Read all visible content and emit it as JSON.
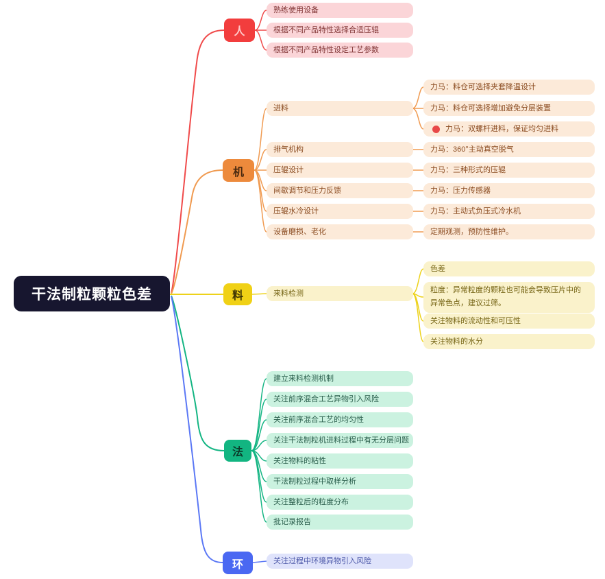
{
  "central": {
    "label": "干法制粒颗粒色差"
  },
  "colors": {
    "central_bg": "#17162f",
    "ren": "#f23d3d",
    "ji": "#ed8a3c",
    "liao": "#f0d116",
    "fa": "#12b581",
    "huan": "#4a68f2",
    "red_dot": "#e84848"
  },
  "branches": [
    {
      "label": "人",
      "children": [
        {
          "label": "熟练使用设备"
        },
        {
          "label": "根据不同产品特性选择合适压辊"
        },
        {
          "label": "根据不同产品特性设定工艺参数"
        }
      ]
    },
    {
      "label": "机",
      "children": [
        {
          "label": "进料",
          "children": [
            {
              "label": "力马：料仓可选择夹套降温设计"
            },
            {
              "label": "力马：料仓可选择增加避免分层装置"
            },
            {
              "label": "力马：双螺杆进料，保证均匀进料",
              "marker": "red-dot"
            }
          ]
        },
        {
          "label": "排气机构",
          "children": [
            {
              "label": "力马：360°主动真空脱气"
            }
          ]
        },
        {
          "label": "压辊设计",
          "children": [
            {
              "label": "力马：三种形式的压辊"
            }
          ]
        },
        {
          "label": "间歇调节和压力反馈",
          "children": [
            {
              "label": "力马：压力传感器"
            }
          ]
        },
        {
          "label": "压辊水冷设计",
          "children": [
            {
              "label": "力马：主动式负压式冷水机"
            }
          ]
        },
        {
          "label": "设备磨损、老化",
          "children": [
            {
              "label": "定期观测，预防性维护。"
            }
          ]
        }
      ]
    },
    {
      "label": "料",
      "children": [
        {
          "label": "来料检测",
          "children": [
            {
              "label": "色差"
            },
            {
              "label": "粒度：异常粒度的颗粒也可能会导致压片中的异常色点，建议过筛。"
            },
            {
              "label": "关注物料的流动性和可压性"
            },
            {
              "label": "关注物料的水分"
            }
          ]
        }
      ]
    },
    {
      "label": "法",
      "children": [
        {
          "label": "建立来料检测机制"
        },
        {
          "label": "关注前序混合工艺异物引入风险"
        },
        {
          "label": "关注前序混合工艺的均匀性"
        },
        {
          "label": "关注干法制粒机进料过程中有无分层问题"
        },
        {
          "label": "关注物料的粘性"
        },
        {
          "label": "干法制粒过程中取样分析"
        },
        {
          "label": "关注整粒后的粒度分布"
        },
        {
          "label": "批记录报告"
        }
      ]
    },
    {
      "label": "环",
      "children": [
        {
          "label": "关注过程中环境异物引入风险"
        }
      ]
    }
  ]
}
